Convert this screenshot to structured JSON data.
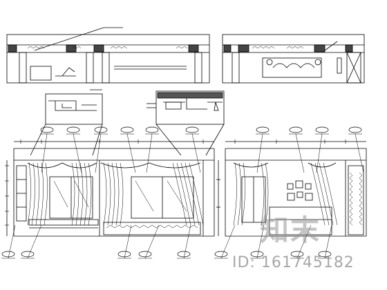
{
  "drawing": {
    "line_color": "#000000",
    "background": "#ffffff",
    "views": [
      {
        "name": "top-ceiling-section-left"
      },
      {
        "name": "top-ceiling-section-right"
      },
      {
        "name": "detail-callout-left"
      },
      {
        "name": "detail-callout-right"
      },
      {
        "name": "elevation-left"
      },
      {
        "name": "elevation-right"
      }
    ]
  },
  "watermark": {
    "logo_text": "知末",
    "id_text": "ID: 161745182",
    "color": "#9a9a9a"
  }
}
